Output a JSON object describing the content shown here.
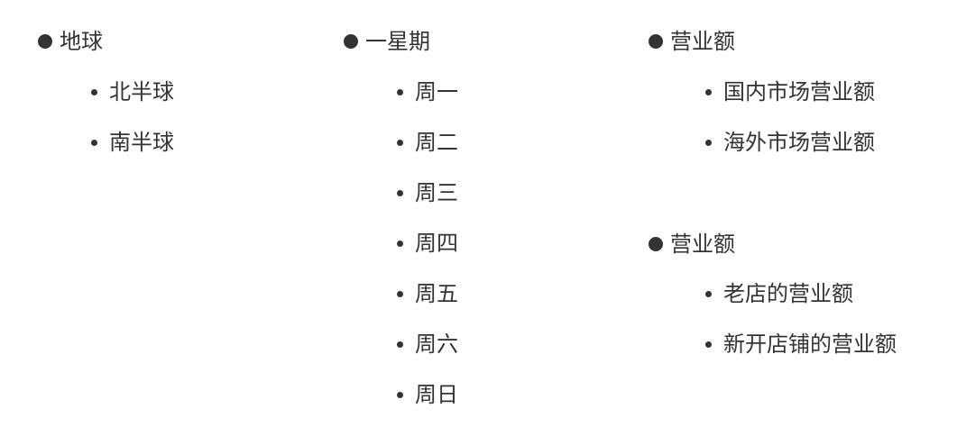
{
  "lists": [
    {
      "title": "地球",
      "items": [
        "北半球",
        "南半球"
      ]
    },
    {
      "title": "一星期",
      "items": [
        "周一",
        "周二",
        "周三",
        "周四",
        "周五",
        "周六",
        "周日"
      ]
    },
    {
      "title": "营业额",
      "items": [
        "国内市场营业额",
        "海外市场营业额"
      ]
    },
    {
      "title": "营业额",
      "items": [
        "老店的营业额",
        "新开店铺的营业额"
      ]
    }
  ]
}
